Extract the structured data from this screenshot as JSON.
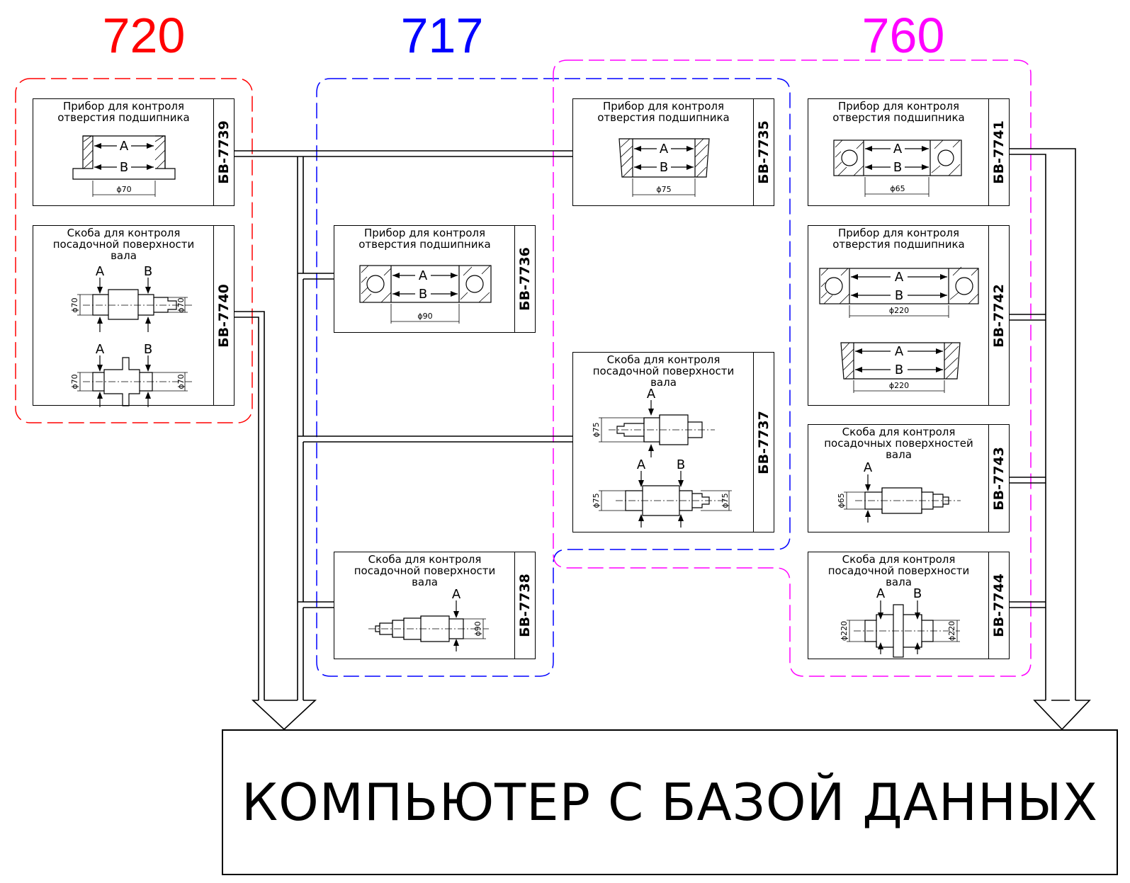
{
  "groups": [
    {
      "label": "720",
      "color": "#ff0000"
    },
    {
      "label": "717",
      "color": "#0000ff"
    },
    {
      "label": "760",
      "color": "#ff00ff"
    }
  ],
  "devices": {
    "d7739": {
      "code": "БВ-7739",
      "title": "Прибор для контроля\nотверстия подшипника",
      "dims": [
        "ϕ70"
      ],
      "marks": [
        "A",
        "B"
      ]
    },
    "d7740": {
      "code": "БВ-7740",
      "title": "Скоба для контроля\nпосадочной поверхности\nвала",
      "dims": [
        "ϕ70",
        "ϕ70",
        "ϕ70",
        "ϕ70"
      ],
      "marks": [
        "A",
        "B",
        "A",
        "B"
      ]
    },
    "d7735": {
      "code": "БВ-7735",
      "title": "Прибор для контроля\nотверстия подшипника",
      "dims": [
        "ϕ75"
      ],
      "marks": [
        "A",
        "B"
      ]
    },
    "d7736": {
      "code": "БВ-7736",
      "title": "Прибор для контроля\nотверстия подшипника",
      "dims": [
        "ϕ90"
      ],
      "marks": [
        "A",
        "B"
      ]
    },
    "d7737": {
      "code": "БВ-7737",
      "title": "Скоба для контроля\nпосадочной поверхности\nвала",
      "dims": [
        "ϕ75",
        "ϕ75",
        "ϕ75"
      ],
      "marks": [
        "A",
        "A",
        "B"
      ]
    },
    "d7738": {
      "code": "БВ-7738",
      "title": "Скоба для контроля\nпосадочной поверхности\nвала",
      "dims": [
        "ϕ90"
      ],
      "marks": [
        "A"
      ]
    },
    "d7741": {
      "code": "БВ-7741",
      "title": "Прибор для контроля\nотверстия подшипника",
      "dims": [
        "ϕ65"
      ],
      "marks": [
        "A",
        "B"
      ]
    },
    "d7742": {
      "code": "БВ-7742",
      "title": "Прибор для контроля\nотверстия подшипника",
      "dims": [
        "ϕ220",
        "ϕ220"
      ],
      "marks": [
        "A",
        "B",
        "A",
        "B"
      ]
    },
    "d7743": {
      "code": "БВ-7743",
      "title": "Скоба для контроля\nпосадочных поверхностей\nвала",
      "dims": [
        "ϕ65"
      ],
      "marks": [
        "A"
      ]
    },
    "d7744": {
      "code": "БВ-7744",
      "title": "Скоба для контроля\nпосадочной поверхности\nвала",
      "dims": [
        "ϕ220",
        "ϕ220"
      ],
      "marks": [
        "A",
        "B"
      ]
    }
  },
  "computer": {
    "label": "КОМПЬЮТЕР С БАЗОЙ ДАННЫХ"
  }
}
